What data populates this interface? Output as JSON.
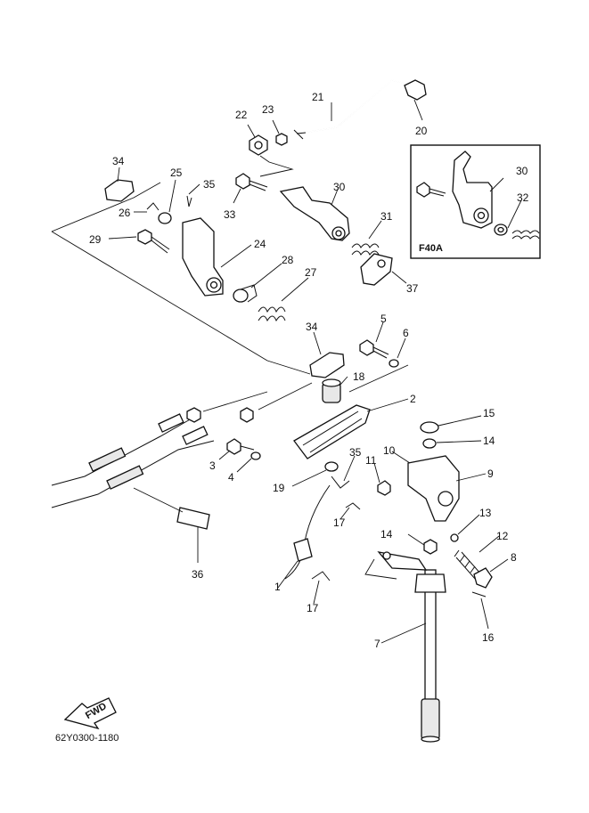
{
  "labels": {
    "l1": "1",
    "l2": "2",
    "l3": "3",
    "l4": "4",
    "l5": "5",
    "l6": "6",
    "l7": "7",
    "l8": "8",
    "l9": "9",
    "l10": "10",
    "l11": "11",
    "l12": "12",
    "l13": "13",
    "l14a": "14",
    "l14b": "14",
    "l15": "15",
    "l16": "16",
    "l17a": "17",
    "l17b": "17",
    "l18": "18",
    "l19": "19",
    "l20": "20",
    "l21": "21",
    "l22": "22",
    "l23": "23",
    "l24": "24",
    "l25": "25",
    "l26": "26",
    "l27": "27",
    "l28": "28",
    "l29": "29",
    "l30a": "30",
    "l30b": "30",
    "l31": "31",
    "l32": "32",
    "l33": "33",
    "l34a": "34",
    "l34b": "34",
    "l35a": "35",
    "l35b": "35",
    "l36": "36",
    "l37": "37"
  },
  "inset_label": "F40A",
  "fwd_label": "FWD",
  "diagram_code": "62Y0300-1180"
}
